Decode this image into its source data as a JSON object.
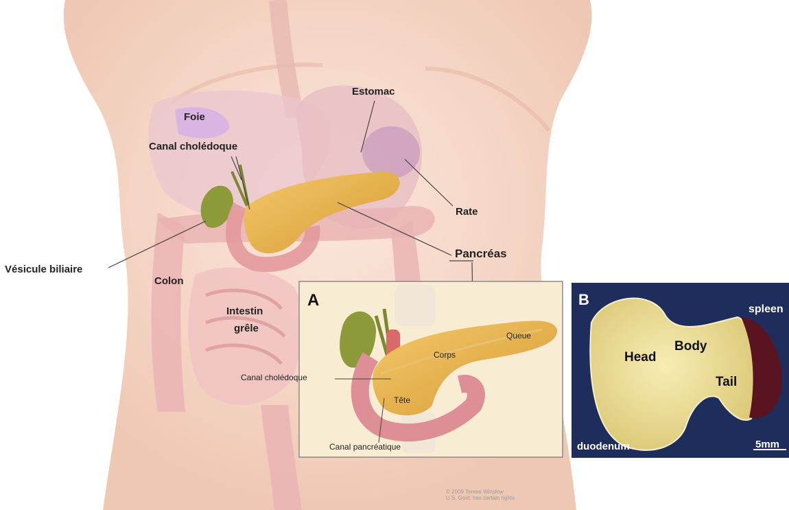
{
  "main_labels": {
    "estomac": "Estomac",
    "foie": "Foie",
    "canal_choledoque": "Canal cholédoque",
    "rate": "Rate",
    "pancreas": "Pancréas",
    "vesicule": "Vésicule biliaire",
    "colon": "Colon",
    "intestin_line1": "Intestin",
    "intestin_line2": "grêle"
  },
  "panel_a": {
    "letter": "A",
    "queue": "Queue",
    "corps": "Corps",
    "canal_choledoque": "Canal cholédoque",
    "tete": "Tête",
    "canal_pancreatique": "Canal pancréatique"
  },
  "panel_b": {
    "letter": "B",
    "spleen": "spleen",
    "head": "Head",
    "body": "Body",
    "tail": "Tail",
    "duodenum": "duodenum",
    "scale": "5mm"
  },
  "credit": {
    "line1": "© 2009 Terese Winslow",
    "line2": "U.S. Govt. has certain rights"
  },
  "colors": {
    "skin": "#f4d6c7",
    "pancreas": "#e7b451",
    "gallbladder": "#8c9a3a",
    "intestine": "#eab4b4",
    "panel_a_bg": "#f8ecd2",
    "panel_b_bg": "#1e2d5c",
    "spleen": "#5a1420"
  }
}
